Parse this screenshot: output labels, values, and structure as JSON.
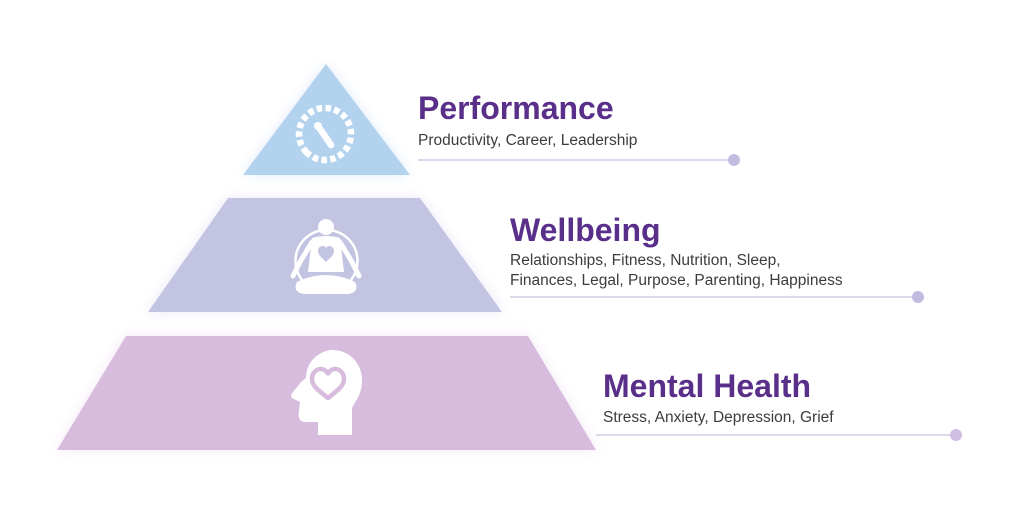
{
  "tiers": [
    {
      "id": "performance",
      "title": "Performance",
      "description": "Productivity, Career, Leadership",
      "icon": "speedometer-icon",
      "color": "#b3d2ee"
    },
    {
      "id": "wellbeing",
      "title": "Wellbeing",
      "description_lines": [
        "Relationships, Fitness, Nutrition, Sleep,",
        "Finances, Legal, Purpose, Parenting, Happiness"
      ],
      "icon": "meditation-icon",
      "color": "#c3c3e2"
    },
    {
      "id": "mental-health",
      "title": "Mental Health",
      "description": "Stress, Anxiety, Depression, Grief",
      "icon": "head-heart-icon",
      "color": "#d7bcde"
    }
  ],
  "colors": {
    "title_text": "#5a2f8a",
    "body_text": "#3c3c3c",
    "connector_line": "#c7c2df",
    "connector_dot": "#c2bce0"
  }
}
